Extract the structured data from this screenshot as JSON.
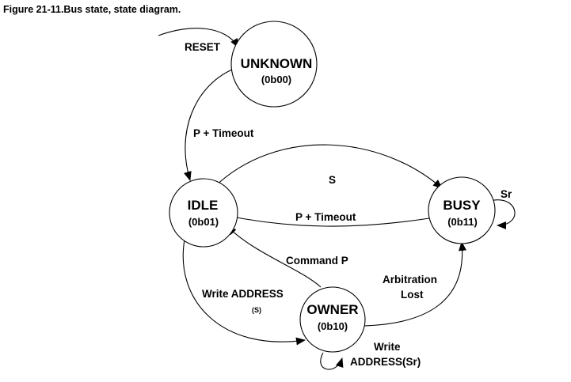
{
  "title": "Figure 21-11.Bus state, state diagram.",
  "states": {
    "unknown": {
      "name": "UNKNOWN",
      "code": "(0b00)"
    },
    "idle": {
      "name": "IDLE",
      "code": "(0b01)"
    },
    "busy": {
      "name": "BUSY",
      "code": "(0b11)"
    },
    "owner": {
      "name": "OWNER",
      "code": "(0b10)"
    }
  },
  "transitions": {
    "reset": "RESET",
    "unknown_to_idle": "P + Timeout",
    "idle_to_busy": "S",
    "busy_to_idle": "P + Timeout",
    "busy_self": "Sr",
    "owner_to_idle": "Command P",
    "idle_to_owner": "Write ADDRESS",
    "idle_to_owner_sub": "(S)",
    "owner_to_busy": [
      "Arbitration",
      "Lost"
    ],
    "owner_self": [
      "Write",
      "ADDRESS(Sr)"
    ]
  }
}
